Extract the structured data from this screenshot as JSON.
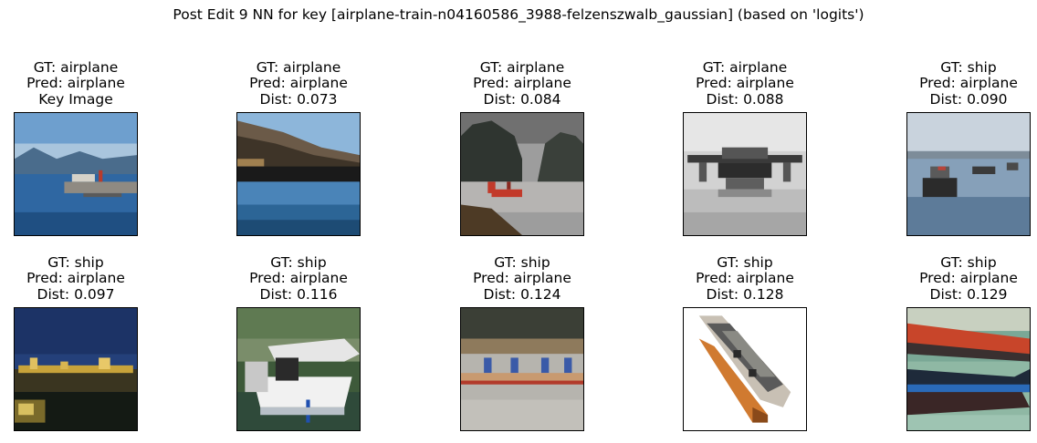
{
  "suptitle": "Post Edit 9 NN for key [airplane-train-n04160586_3988-felzenszwalb_gaussian] (based on 'logits')",
  "panels": [
    {
      "gt": "GT: airplane",
      "pred": "Pred: airplane",
      "extra": "Key Image"
    },
    {
      "gt": "GT: airplane",
      "pred": "Pred: airplane",
      "extra": "Dist: 0.073"
    },
    {
      "gt": "GT: airplane",
      "pred": "Pred: airplane",
      "extra": "Dist: 0.084"
    },
    {
      "gt": "GT: airplane",
      "pred": "Pred: airplane",
      "extra": "Dist: 0.088"
    },
    {
      "gt": "GT: ship",
      "pred": "Pred: airplane",
      "extra": "Dist: 0.090"
    },
    {
      "gt": "GT: ship",
      "pred": "Pred: airplane",
      "extra": "Dist: 0.097"
    },
    {
      "gt": "GT: ship",
      "pred": "Pred: airplane",
      "extra": "Dist: 0.116"
    },
    {
      "gt": "GT: ship",
      "pred": "Pred: airplane",
      "extra": "Dist: 0.124"
    },
    {
      "gt": "GT: ship",
      "pred": "Pred: airplane",
      "extra": "Dist: 0.128"
    },
    {
      "gt": "GT: ship",
      "pred": "Pred: airplane",
      "extra": "Dist: 0.129"
    }
  ]
}
